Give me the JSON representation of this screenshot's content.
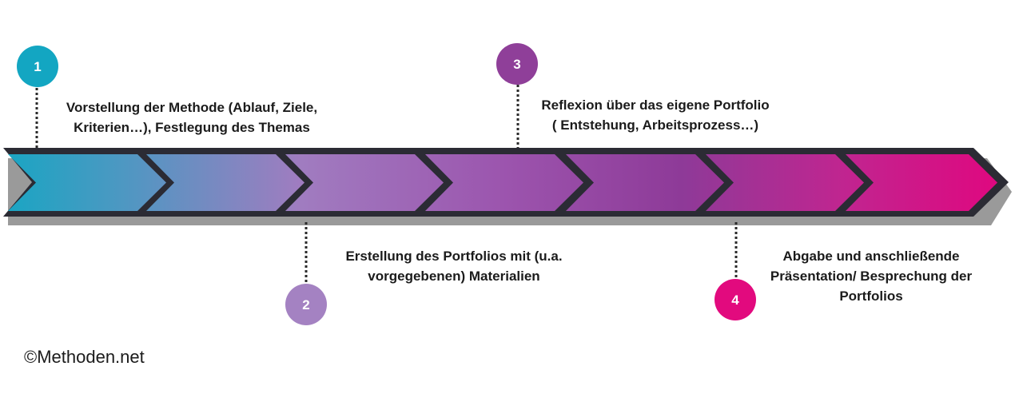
{
  "steps": [
    {
      "number": "1",
      "color": "#13a6c2",
      "lines": [
        "Vorstellung der Methode (Ablauf, Ziele,",
        "Kriterien…), Festlegung des Themas"
      ]
    },
    {
      "number": "2",
      "color": "#a482c2",
      "lines": [
        "Erstellung des Portfolios mit (u.a.",
        "vorgegebenen) Materialien"
      ]
    },
    {
      "number": "3",
      "color": "#8f3f99",
      "lines": [
        "Reflexion über das eigene Portfolio",
        "( Entstehung, Arbeitsprozess…)"
      ]
    },
    {
      "number": "4",
      "color": "#e20a7e",
      "lines": [
        "Abgabe und anschließende",
        "Präsentation/ Besprechung der",
        "Portfolios"
      ]
    }
  ],
  "arrow_colors": [
    "#17a6c3",
    "#e0077f"
  ],
  "copyright": "©Methoden.net"
}
